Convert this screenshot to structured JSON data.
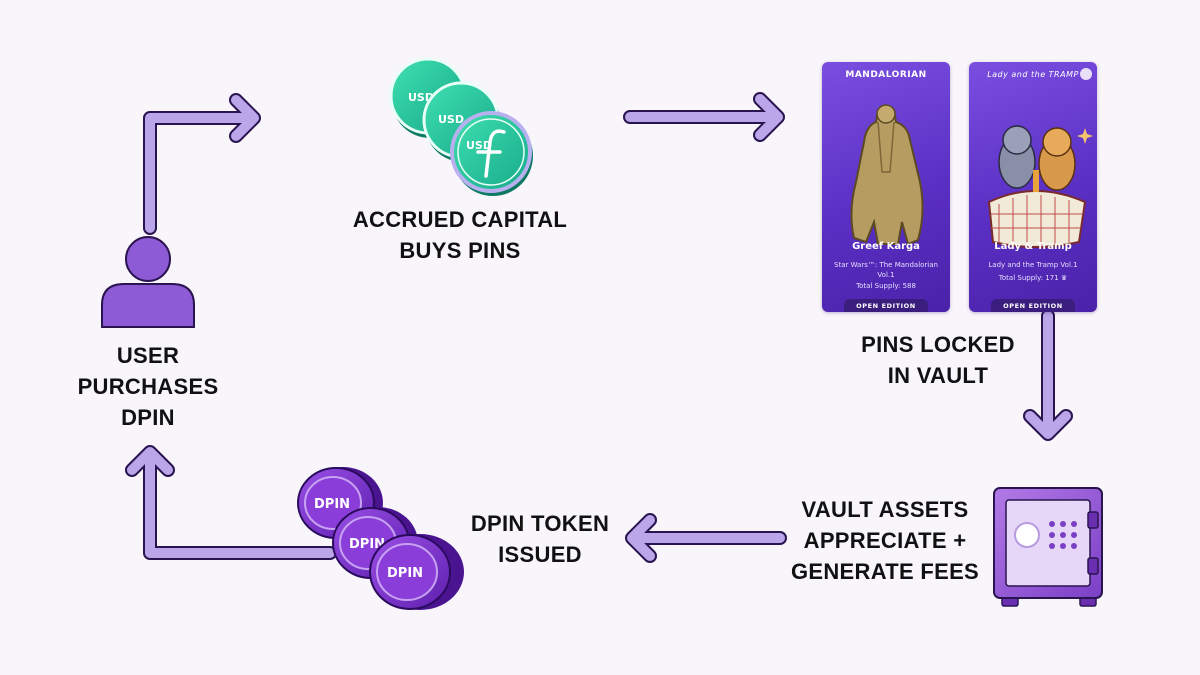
{
  "steps": {
    "capital": [
      "ACCRUED CAPITAL",
      "BUYS PINS"
    ],
    "locked": [
      "PINS LOCKED",
      "IN VAULT"
    ],
    "user": [
      "USER",
      "PURCHASES",
      "DPIN"
    ],
    "token": [
      "DPIN TOKEN",
      "ISSUED"
    ],
    "vault": [
      "VAULT ASSETS",
      "APPRECIATE +",
      "GENERATE FEES"
    ]
  },
  "coins": {
    "usd_label": "USD",
    "dpin_label": "DPIN"
  },
  "cards": [
    {
      "brand": "MANDALORIAN",
      "name": "Greef Karga",
      "series": "Star Wars™: The Mandalorian Vol.1",
      "supply": "Total Supply: 588",
      "edition": "OPEN EDITION"
    },
    {
      "brand": "Lady and the TRAMP",
      "name": "Lady & Tramp",
      "series": "Lady and the Tramp Vol.1",
      "supply": "Total Supply: 171",
      "edition": "OPEN EDITION"
    }
  ],
  "colors": {
    "arrow_fill": "#bba6ea",
    "arrow_stroke": "#2a1450",
    "accent": "#8e5bd6",
    "usd_coin": "#2ed3a0",
    "dpin_coin": "#7b2fc8",
    "background": "#f8f5fb"
  }
}
